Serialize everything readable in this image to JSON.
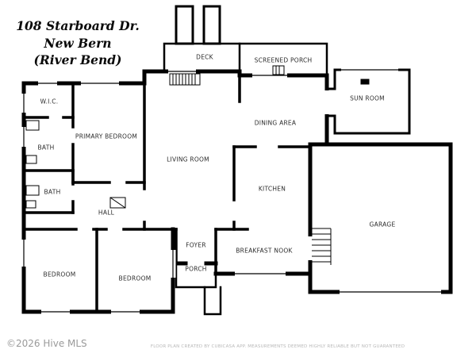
{
  "title": {
    "line1": "108 Starboard Dr.",
    "line2": "New Bern",
    "line3": "(River Bend)"
  },
  "rooms": {
    "deck": "DECK",
    "screened_porch": "SCREENED PORCH",
    "sun_room": "SUN ROOM",
    "wic": "W.I.C.",
    "bath_upper": "BATH",
    "primary_bedroom": "PRIMARY BEDROOM",
    "living_room": "LIVING ROOM",
    "dining_area": "DINING AREA",
    "kitchen": "KITCHEN",
    "bath_lower": "BATH",
    "hall": "HALL",
    "garage": "GARAGE",
    "foyer": "FOYER",
    "breakfast_nook": "BREAKFAST NOOK",
    "porch": "PORCH",
    "bedroom_left": "BEDROOM",
    "bedroom_mid": "BEDROOM"
  },
  "footer": {
    "copyright": "©2026 Hive MLS",
    "disclaimer": "FLOOR PLAN CREATED BY CUBICASA APP. MEASUREMENTS DEEMED HIGHLY RELIABLE BUT NOT GUARANTEED"
  },
  "colors": {
    "wall": "#000000",
    "background": "#ffffff",
    "footer_text": "#9a9a9a"
  }
}
